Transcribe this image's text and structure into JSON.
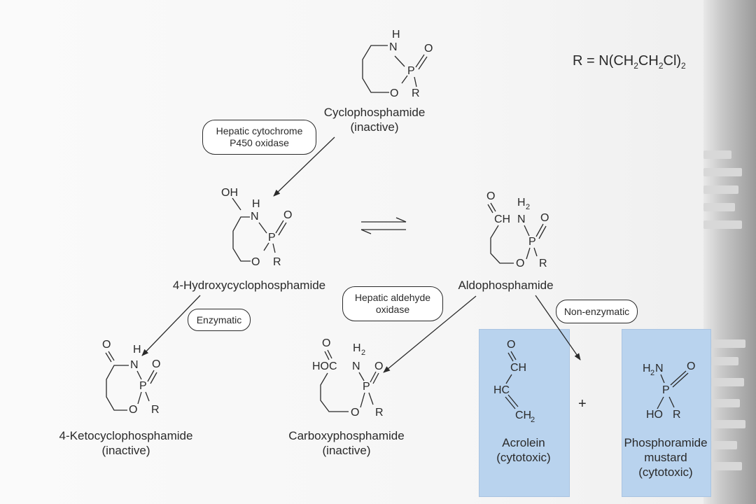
{
  "formula": {
    "lhs": "R = N(CH",
    "s1": "2",
    "mid": "CH",
    "s2": "2",
    "cl": "Cl)",
    "s3": "2"
  },
  "compounds": {
    "cyclophosphamide": {
      "name": "Cyclophosphamide",
      "note": "(inactive)"
    },
    "hydroxy": {
      "name": "4-Hydroxycyclophosphamide"
    },
    "aldophosphamide": {
      "name": "Aldophosphamide"
    },
    "keto": {
      "name": "4-Ketocyclophosphamide",
      "note": "(inactive)"
    },
    "carboxy": {
      "name": "Carboxyphosphamide",
      "note": "(inactive)"
    },
    "acrolein": {
      "name": "Acrolein",
      "note": "(cytotoxic)"
    },
    "mustard": {
      "line1": "Phosphoramide",
      "line2": "mustard",
      "note": "(cytotoxic)"
    }
  },
  "enzymes": {
    "cyp": {
      "line1": "Hepatic cytochrome",
      "line2": "P450 oxidase"
    },
    "enzymatic": {
      "line1": "Enzymatic"
    },
    "aldehyde_oxidase": {
      "line1": "Hepatic aldehyde",
      "line2": "oxidase"
    },
    "non_enzymatic": {
      "line1": "Non-enzymatic"
    }
  },
  "atoms": {
    "H": "H",
    "N": "N",
    "O": "O",
    "P": "P",
    "R": "R",
    "OH": "OH",
    "CH": "CH",
    "HC": "HC",
    "HOC": "HOC",
    "HO": "HO",
    "H2": "H",
    "sub2": "2",
    "CH2": "CH",
    "H2N": "H",
    "plus": "+"
  },
  "colors": {
    "highlight": "#b9d3ee",
    "ink": "#2a2a2a"
  }
}
